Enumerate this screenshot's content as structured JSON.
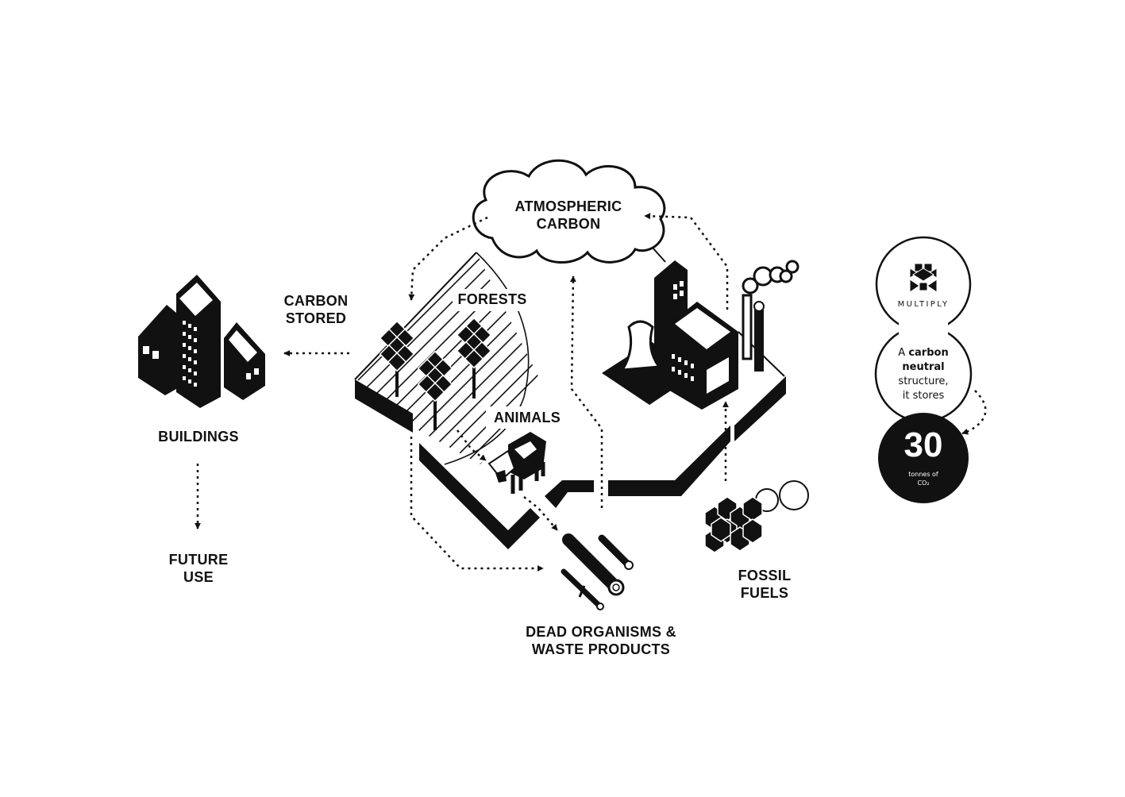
{
  "labels": {
    "atmospheric_carbon": [
      "ATMOSPHERIC",
      "CARBON"
    ],
    "carbon_stored": [
      "CARBON",
      "STORED"
    ],
    "forests": "FORESTS",
    "animals": "ANIMALS",
    "buildings": "BUILDINGS",
    "future_use": [
      "FUTURE",
      "USE"
    ],
    "dead_organisms": [
      "DEAD ORGANISMS &",
      "WASTE PRODUCTS"
    ],
    "fossil_fuels": [
      "FOSSIL",
      "FUELS"
    ]
  },
  "badge": {
    "brand": "MULTIPLY",
    "note_line1_pre": "A ",
    "note_line1_bold": "carbon",
    "note_line2_bold": "neutral",
    "note_line3": "structure,",
    "note_line4": "it stores",
    "stat_value": "30",
    "stat_unit_line1": "tonnes of",
    "stat_unit_line2": "CO₂"
  },
  "colors": {
    "ink": "#111111",
    "paper": "#ffffff"
  },
  "icons": [
    "cloud-icon",
    "forest-icon",
    "cow-icon",
    "factory-icon",
    "buildings-icon",
    "logs-icon",
    "fossil-fuel-icon",
    "multiply-logo-icon"
  ]
}
